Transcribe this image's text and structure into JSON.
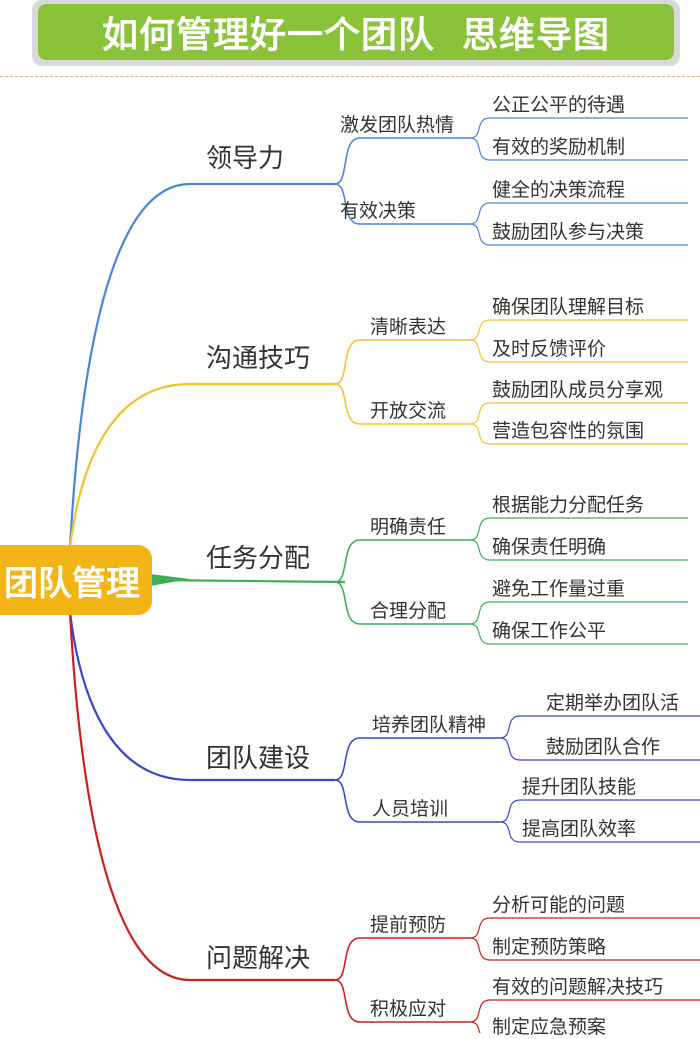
{
  "title": "如何管理好一个团队  思维导图",
  "root": {
    "label": "团队管理",
    "color": "#f3b516"
  },
  "branches": [
    {
      "label": "领导力",
      "color": "#4a86d8",
      "children": [
        {
          "label": "激发团队热情",
          "children": [
            "公正公平的待遇",
            "有效的奖励机制"
          ]
        },
        {
          "label": "有效决策",
          "children": [
            "健全的决策流程",
            "鼓励团队参与决策"
          ]
        }
      ]
    },
    {
      "label": "沟通技巧",
      "color": "#f1c232",
      "children": [
        {
          "label": "清晰表达",
          "children": [
            "确保团队理解目标",
            "及时反馈评价"
          ]
        },
        {
          "label": "开放交流",
          "children": [
            "鼓励团队成员分享观",
            "营造包容性的氛围"
          ]
        }
      ]
    },
    {
      "label": "任务分配",
      "color": "#3fae5a",
      "children": [
        {
          "label": "明确责任",
          "children": [
            "根据能力分配任务",
            "确保责任明确"
          ]
        },
        {
          "label": "合理分配",
          "children": [
            "避免工作量过重",
            "确保工作公平"
          ]
        }
      ]
    },
    {
      "label": "团队建设",
      "color": "#3d47c9",
      "children": [
        {
          "label": "培养团队精神",
          "children": [
            "定期举办团队活",
            "鼓励团队合作"
          ]
        },
        {
          "label": "人员培训",
          "children": [
            "提升团队技能",
            "提高团队效率"
          ]
        }
      ]
    },
    {
      "label": "问题解决",
      "color": "#cc1f1f",
      "children": [
        {
          "label": "提前预防",
          "children": [
            "分析可能的问题",
            "制定预防策略"
          ]
        },
        {
          "label": "积极应对",
          "children": [
            "有效的问题解决技巧",
            "制定应急预案"
          ]
        }
      ]
    }
  ]
}
